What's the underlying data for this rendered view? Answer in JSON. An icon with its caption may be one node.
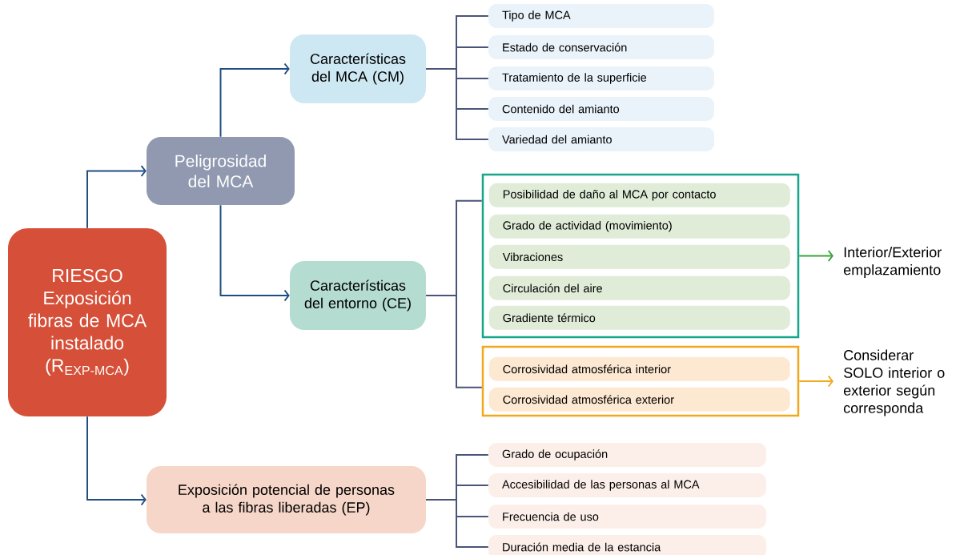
{
  "diagram": {
    "nodes": [
      {
        "text": [
          "RIESGO Exposición fibras de MCA instalado (R$_{EXP-MCA}$)"
        ]
      },
      {
        "text": [
          "Peligrosidad del MCA"
        ]
      },
      {
        "text": [
          "Características del MCA (CM)"
        ]
      },
      {
        "text": [
          "Tipo de MCA"
        ]
      },
      {
        "text": [
          "Estado de conservación"
        ]
      },
      {
        "text": [
          "Tratamiento de la superficie"
        ]
      },
      {
        "text": [
          "Contenido del amianto"
        ]
      },
      {
        "text": [
          "Variedad del amianto"
        ]
      },
      {
        "text": [
          "Características del entorno (CE)"
        ]
      },
      {
        "text": [],
        "shape": "box"
      },
      {
        "text": [
          "Posibilidad de daño al MCA por contacto"
        ],
        "in": 9
      },
      {
        "text": [
          "Grado de actividad (movimiento)"
        ],
        "in": 9
      },
      {
        "text": [
          "Vibraciones"
        ],
        "in": 9
      },
      {
        "text": [
          "Circulación del aire"
        ],
        "in": 9
      },
      {
        "text": [
          "Gradiente térmico"
        ],
        "in": 9
      },
      {
        "text": [],
        "shape": "box"
      },
      {
        "text": [
          "Corrosividad atmosférica interior"
        ],
        "in": 15
      },
      {
        "text": [
          "Corrosividad atmosférica exterior"
        ],
        "in": 15
      },
      {
        "text": [
          "Interior/Exterior emplazamiento"
        ]
      },
      {
        "text": [
          "Considerar SOLO interior o exterior según corresponda"
        ]
      },
      {
        "text": [
          "Exposición potencial de personas a las fibras liberadas (EP)"
        ]
      },
      {
        "text": [
          "Grado de ocupación"
        ]
      },
      {
        "text": [
          "Accesibilidad de las personas al MCA"
        ]
      },
      {
        "text": [
          "Frecuencia de uso"
        ]
      },
      {
        "text": [
          "Duración media de la estancia"
        ]
      }
    ],
    "edges": [
      {
        "from": 0,
        "to": 1,
        "arrow": "to",
        "color": "#1f4e82"
      },
      {
        "from": 0,
        "to": 20,
        "arrow": "to",
        "color": "#1f4e82"
      },
      {
        "from": 1,
        "to": 2,
        "arrow": "to",
        "color": "#1f4e82"
      },
      {
        "from": 1,
        "to": 8,
        "arrow": "to",
        "color": "#1f4e82"
      },
      {
        "from": 2,
        "to": 3,
        "arrow": "none"
      },
      {
        "from": 2,
        "to": 4,
        "arrow": "none"
      },
      {
        "from": 2,
        "to": 5,
        "arrow": "none"
      },
      {
        "from": 2,
        "to": 6,
        "arrow": "none"
      },
      {
        "from": 2,
        "to": 7,
        "arrow": "none"
      },
      {
        "from": 8,
        "to": 9,
        "arrow": "none"
      },
      {
        "from": 8,
        "to": 15,
        "arrow": "none"
      },
      {
        "from": 9,
        "to": 18,
        "arrow": "to",
        "color": "#3aa335"
      },
      {
        "from": 15,
        "to": 19,
        "arrow": "to",
        "color": "#f2a81d"
      },
      {
        "from": 20,
        "to": 21,
        "arrow": "none"
      },
      {
        "from": 20,
        "to": 22,
        "arrow": "none"
      },
      {
        "from": 20,
        "to": 23,
        "arrow": "none"
      },
      {
        "from": 20,
        "to": 24,
        "arrow": "none"
      }
    ]
  }
}
